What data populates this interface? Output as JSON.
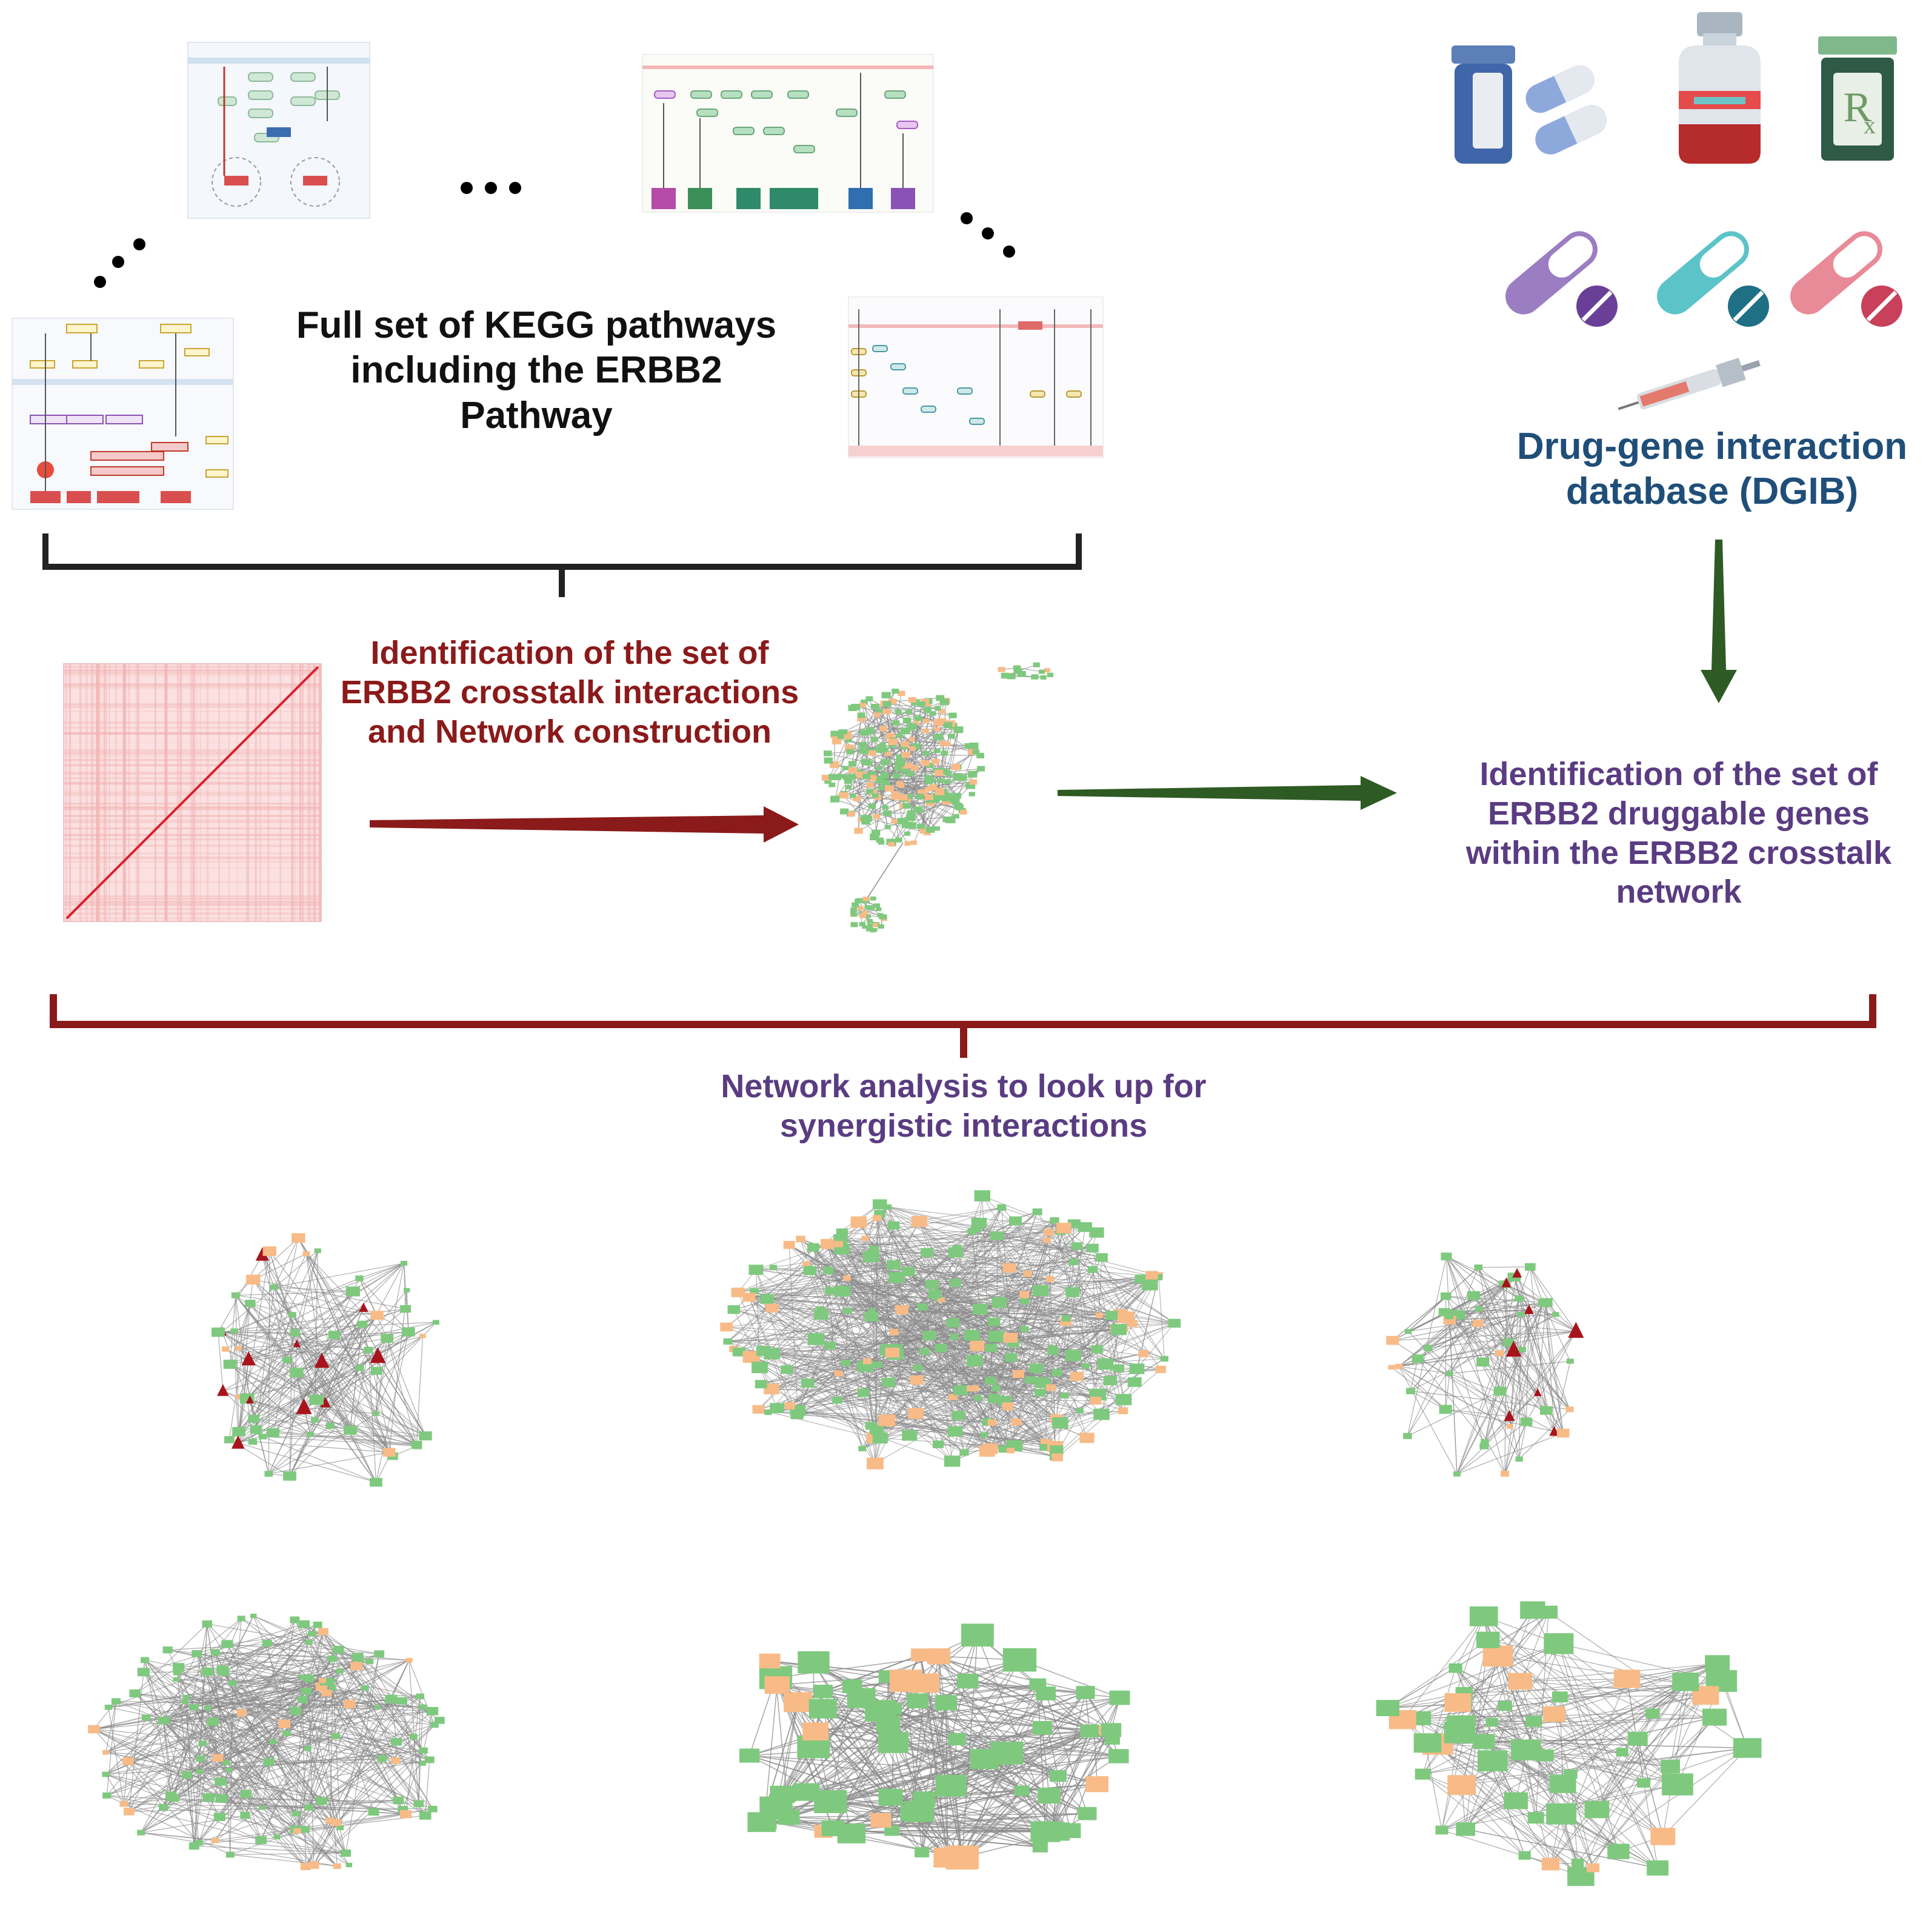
{
  "texts": {
    "kegg_title": "Full set of KEGG pathways including the ERBB2 Pathway",
    "crosstalk_title": "Identification of the set of ERBB2 crosstalk interactions and Network construction",
    "dgib_title": "Drug-gene interaction database (DGIB)",
    "druggable_title": "Identification of the set of ERBB2 druggable genes within the ERBB2 crosstalk network",
    "analysis_title": "Network analysis to look up for synergistic interactions",
    "ellipsis": "..."
  },
  "colors": {
    "dark_red": "#8b1a1a",
    "dark_green": "#2e5a23",
    "purple": "#5a3c82",
    "navy": "#1f4e79",
    "black": "#222222",
    "node_green": "#7fc97f",
    "node_orange": "#f8bb87",
    "edge_gray": "#8a8a8a",
    "heatmap_pink": "#f9d6d6"
  },
  "icons": [
    "medicine-bottle-icon",
    "capsules-icon",
    "vial-icon",
    "prescription-bottle-icon",
    "purple-capsule-icon",
    "teal-capsule-icon",
    "pink-capsule-icon",
    "syringe-icon"
  ]
}
